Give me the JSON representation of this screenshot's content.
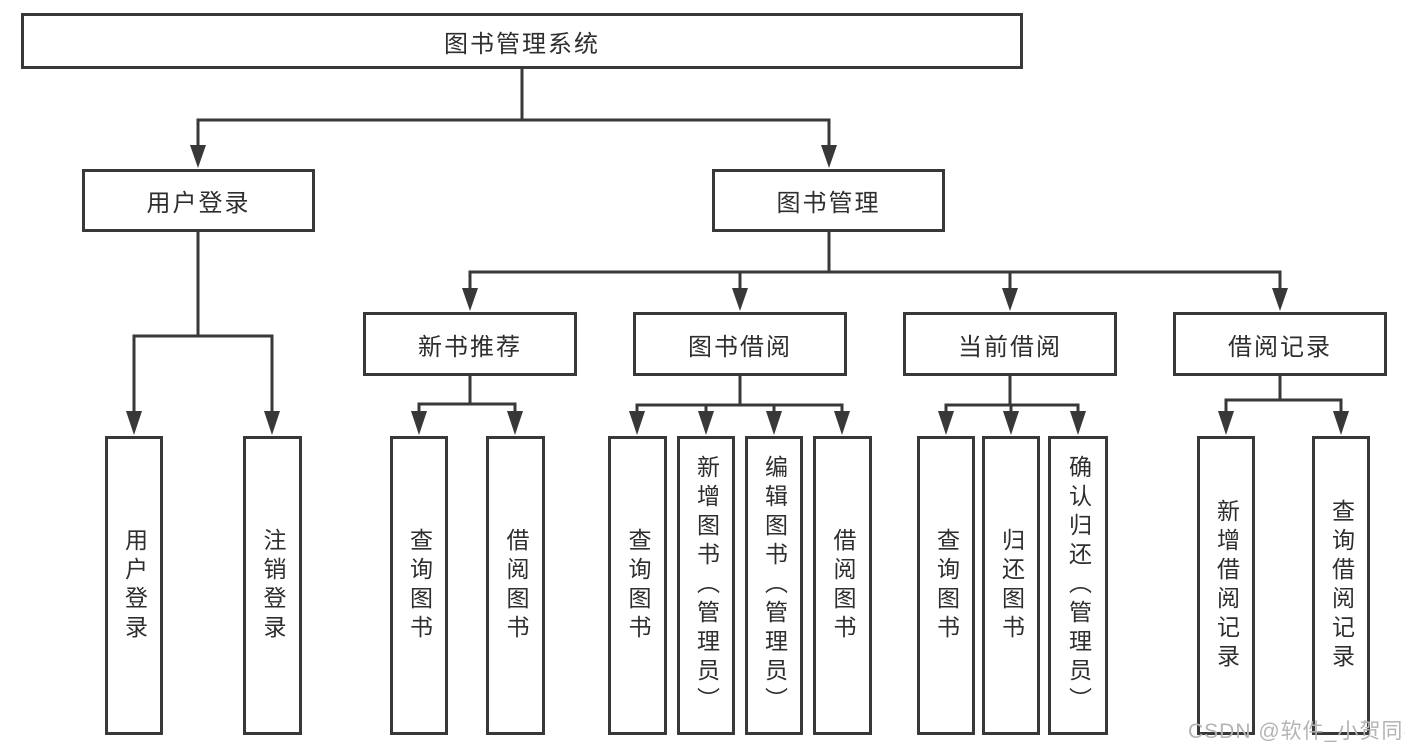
{
  "tree": {
    "root": {
      "label": "图书管理系统"
    },
    "branches": [
      {
        "label": "用户登录",
        "children": [
          {
            "label": "用户登录"
          },
          {
            "label": "注销登录"
          }
        ]
      },
      {
        "label": "图书管理",
        "groups": [
          {
            "label": "新书推荐",
            "children": [
              {
                "label": "查询图书"
              },
              {
                "label": "借阅图书"
              }
            ]
          },
          {
            "label": "图书借阅",
            "children": [
              {
                "label": "查询图书"
              },
              {
                "label": "新增图书（管理员）"
              },
              {
                "label": "编辑图书（管理员）"
              },
              {
                "label": "借阅图书"
              }
            ]
          },
          {
            "label": "当前借阅",
            "children": [
              {
                "label": "查询图书"
              },
              {
                "label": "归还图书"
              },
              {
                "label": "确认归还（管理员）"
              }
            ]
          },
          {
            "label": "借阅记录",
            "children": [
              {
                "label": "新增借阅记录"
              },
              {
                "label": "查询借阅记录"
              }
            ]
          }
        ]
      }
    ]
  },
  "watermark": {
    "text": "CSDN @软件_小贺同学"
  },
  "colors": {
    "line": "#383838",
    "box_border": "#383838",
    "text": "#2e2e2e",
    "watermark": "#b4b4b4",
    "background": "#ffffff"
  }
}
